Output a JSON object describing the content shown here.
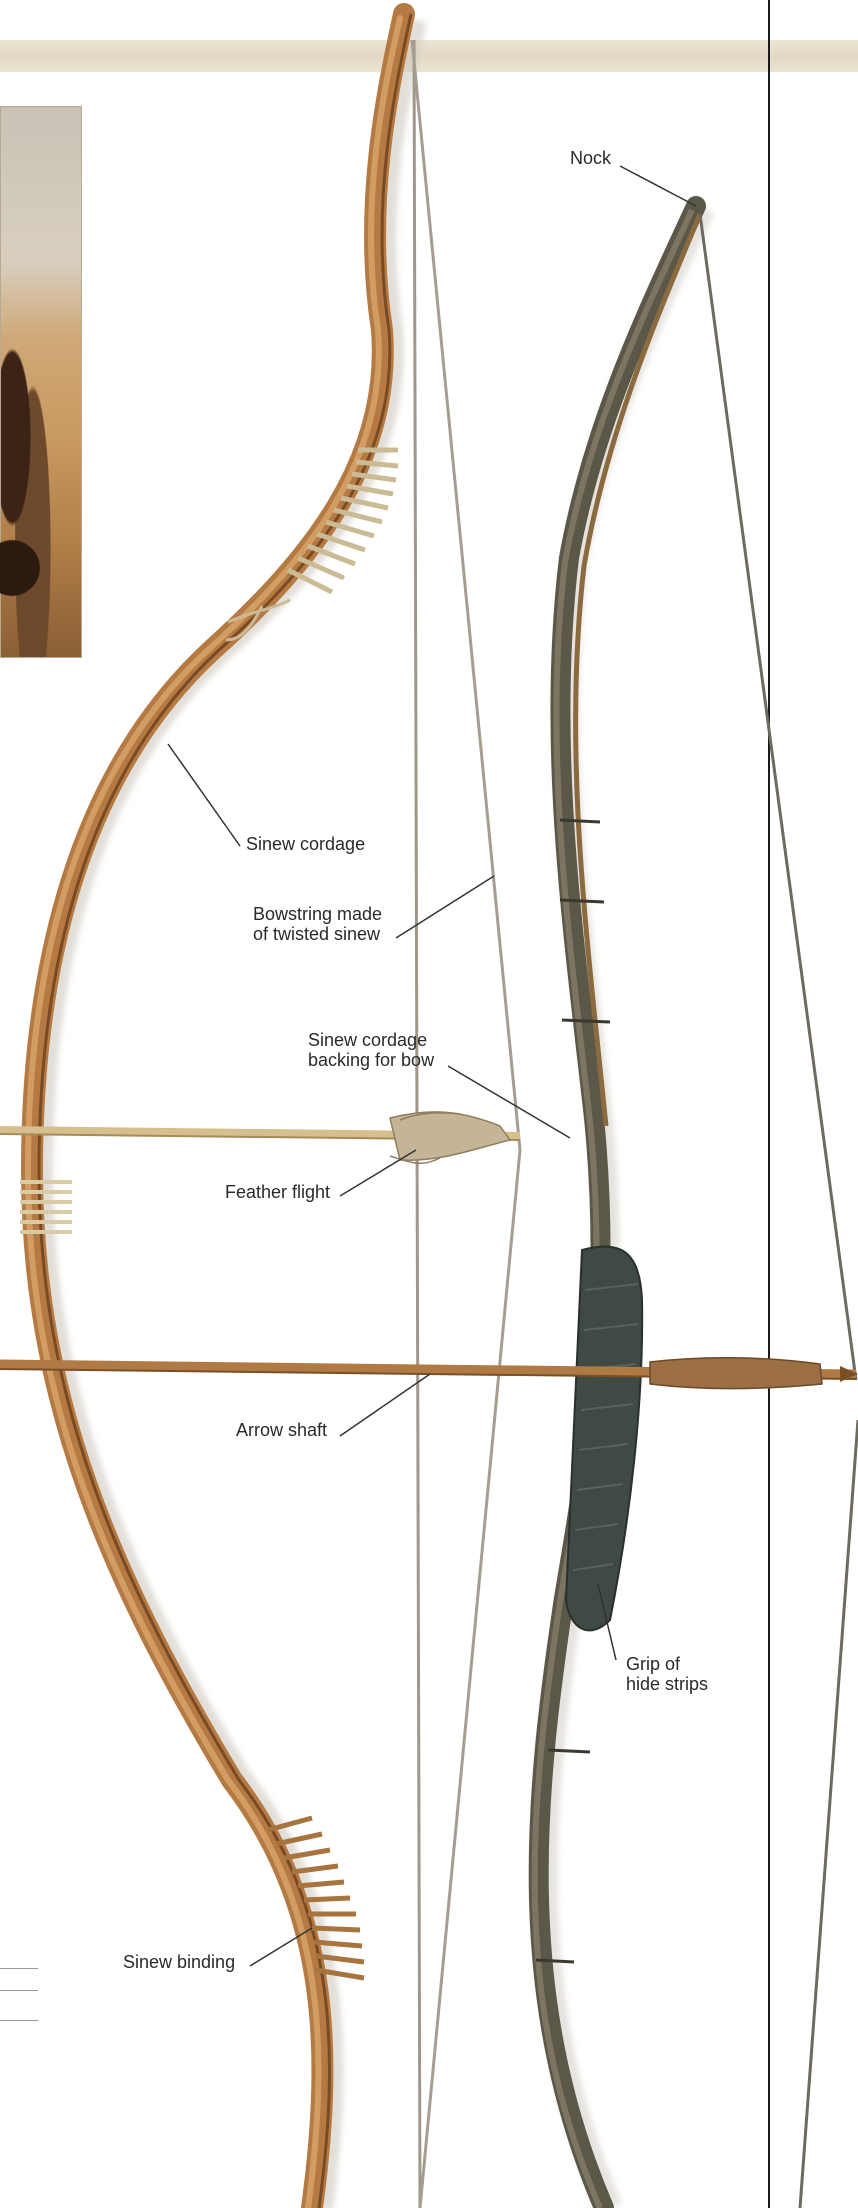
{
  "labels": {
    "nock": "Nock",
    "sinew_cordage": "Sinew cordage",
    "bowstring": "Bowstring made\nof twisted sinew",
    "sinew_backing": "Sinew cordage\nbacking for bow",
    "feather_flight": "Feather flight",
    "arrow_shaft": "Arrow shaft",
    "grip": "Grip of\nhide strips",
    "sinew_binding": "Sinew binding"
  },
  "colors": {
    "bow_wood": "#b57a43",
    "bow_wood_dark": "#7a4a22",
    "dark_bow": "#4d4a3e",
    "sinew": "#c9b894",
    "string": "#9e978a",
    "leader": "#333333"
  }
}
